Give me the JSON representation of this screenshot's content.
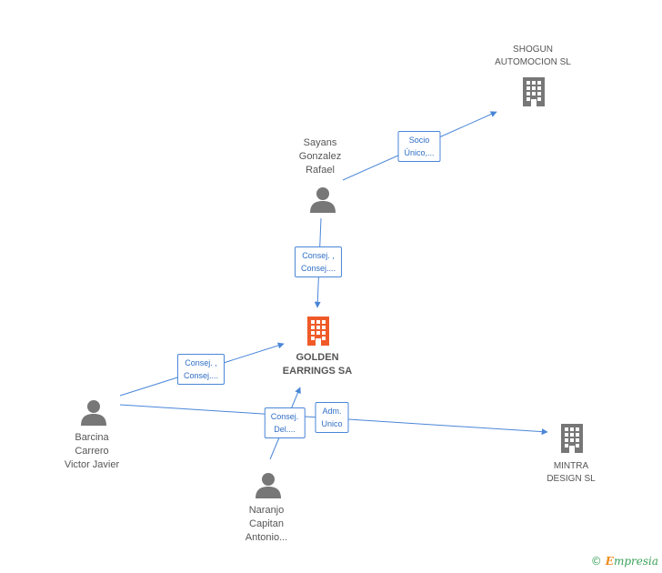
{
  "colors": {
    "edge": "#4a86d8",
    "company_icon": "#777777",
    "main_company_icon": "#f05a28",
    "person_icon": "#777777"
  },
  "nodes": {
    "shogun": {
      "label": "SHOGUN\nAUTOMOCION SL",
      "icon": "building-icon"
    },
    "sayans": {
      "label": "Sayans\nGonzalez\nRafael",
      "icon": "person-icon"
    },
    "golden": {
      "label": "GOLDEN\nEARRINGS SA",
      "icon": "building-icon"
    },
    "barcina": {
      "label": "Barcina\nCarrero\nVictor Javier",
      "icon": "person-icon"
    },
    "mintra": {
      "label": "MINTRA\nDESIGN SL",
      "icon": "building-icon"
    },
    "naranjo": {
      "label": "Naranjo\nCapitan\nAntonio...",
      "icon": "person-icon"
    }
  },
  "edges": {
    "sayans_shogun": "Socio\nÚnico,...",
    "sayans_golden": "Consej. ,\nConsej....",
    "barcina_golden": "Consej. ,\nConsej....",
    "barcina_mintra": "Adm.\nUnico",
    "naranjo_golden": "Consej.\nDel...."
  },
  "footer": {
    "copyright": "©",
    "brand_first": "E",
    "brand_rest": "mpresia"
  }
}
